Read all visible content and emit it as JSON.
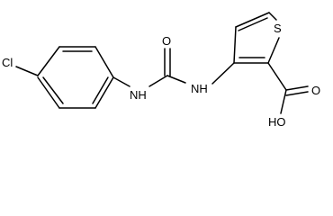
{
  "molecule": {
    "atoms": {
      "cl": "Cl",
      "nh_aryl": "NH",
      "o_carbonyl": "O",
      "nh_thienyl": "NH",
      "s": "S",
      "o_acid": "O",
      "oh": "HO"
    }
  }
}
